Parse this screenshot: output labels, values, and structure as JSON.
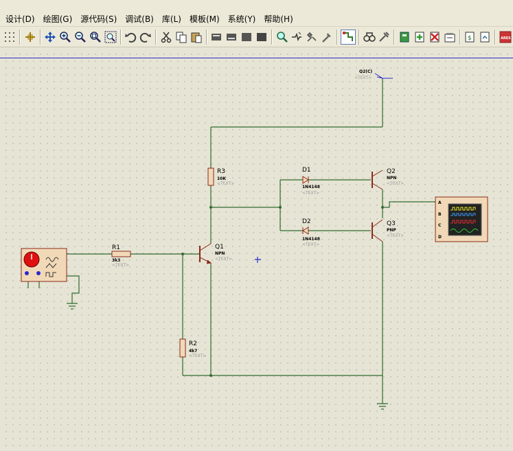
{
  "menu": {
    "items": [
      "设计(D)",
      "绘图(G)",
      "源代码(S)",
      "调试(B)",
      "库(L)",
      "模板(M)",
      "系统(Y)",
      "帮助(H)"
    ]
  },
  "toolbar": {
    "icons": [
      "grid-icon",
      "origin-icon",
      "pan-icon",
      "zoom-in-icon",
      "zoom-out-icon",
      "zoom-all-icon",
      "zoom-area-icon",
      "undo-icon",
      "redo-icon",
      "cut-icon",
      "copy-icon",
      "paste-icon",
      "block-copy-icon",
      "block-move-icon",
      "block-rotate-icon",
      "block-delete-icon",
      "pick-device-icon",
      "make-device-icon",
      "packaging-icon",
      "decompose-icon",
      "wire-autorouter-icon",
      "search-tag-icon",
      "property-tool-icon",
      "new-sheet-icon",
      "remove-sheet-icon",
      "zoom-child-icon",
      "bill-of-materials-icon",
      "electrical-rule-check-icon",
      "netlist-icon",
      "ares-icon"
    ],
    "ares_label": "ARES"
  },
  "schematic": {
    "power_label": "Q2(C)",
    "text_placeholder": "<TEXT>",
    "components": {
      "r1": {
        "ref": "R1",
        "value": "3k3"
      },
      "r2": {
        "ref": "R2",
        "value": "4k7"
      },
      "r3": {
        "ref": "R3",
        "value": "10K"
      },
      "q1": {
        "ref": "Q1",
        "type": "NPN"
      },
      "q2": {
        "ref": "Q2",
        "type": "NPN"
      },
      "q3": {
        "ref": "Q3",
        "type": "PNP"
      },
      "d1": {
        "ref": "D1",
        "value": "1N4148"
      },
      "d2": {
        "ref": "D2",
        "value": "1N4148"
      }
    },
    "oscilloscope_channels": [
      "A",
      "B",
      "C",
      "D"
    ]
  },
  "colors": {
    "wire": "#2f6a2f",
    "component": "#8b2a1a",
    "component_fill": "#f1d9b8",
    "sheet_border": "#2a2ad0"
  }
}
